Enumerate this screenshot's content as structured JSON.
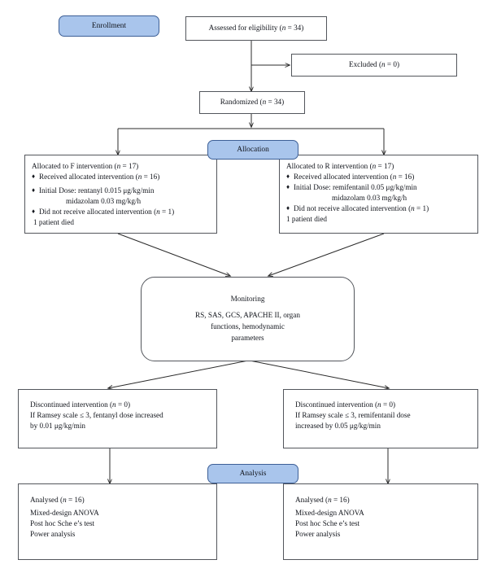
{
  "diagram": {
    "title": "CONSORT participant flow diagram",
    "stage_labels": {
      "enrollment": "Enrollment",
      "allocation": "Allocation",
      "analysis": "Analysis"
    },
    "colors": {
      "pill_fill": "#a9c5ec",
      "pill_border": "#3d5f96",
      "box_border": "#53565c",
      "line": "#2b2b2b",
      "text": "#12151c"
    },
    "nodes": {
      "assessed": {
        "text": "Assessed for eligibility (n = 34)"
      },
      "excluded": {
        "text": "Excluded (n = 0)"
      },
      "randomized": {
        "text": "Randomized (n = 34)"
      },
      "alloc_left": {
        "header": "Allocated to F intervention (n = 17)",
        "b1": "Received allocated intervention (n = 16)",
        "b2": "Initial Dose:  rentanyl 0.015 μg/kg/min",
        "b2_cont": "midazolam 0.03 mg/kg/h",
        "b3": "Did not receive allocated intervention (n = 1)",
        "b3_cont": "1 patient died"
      },
      "alloc_right": {
        "header": "Allocated to R intervention (n = 17)",
        "b1": "Received allocated intervention (n =  16)",
        "b2": "Initial Dose:  remifentanil 0.05 μg/kg/min",
        "b2_cont": "midazolam 0.03 mg/kg/h",
        "b3": "Did not receive allocated intervention (n = 1)",
        "b3_cont": "1 patient died"
      },
      "monitoring": {
        "title": "Monitoring",
        "line1": "RS, SAS, GCS, APACHE II, organ",
        "line2": "functions, hemodynamic",
        "line3": "parameters"
      },
      "discont_left": {
        "line1": "Discontinued intervention (n = 0)",
        "line2": "If Ramsey scale ≤ 3, fentanyl dose increased",
        "line3": "by 0.01 μg/kg/min"
      },
      "discont_right": {
        "line1": "Discontinued intervention (n = 0)",
        "line2": "If Ramsey scale ≤ 3, remifentanil dose",
        "line3": "increased by 0.05 μg/kg/min"
      },
      "analysed_left": {
        "line1": "Analysed (n = 16)",
        "line2": "Mixed-design ANOVA",
        "line3": "Post hoc Sche  e’s test",
        "line4": "Power analysis"
      },
      "analysed_right": {
        "line1": "Analysed (n = 16)",
        "line2": "Mixed-design ANOVA",
        "line3": "Post  hoc Sche  e’s test",
        "line4": "Power analysis"
      }
    },
    "bullet_glyph": "♦"
  }
}
